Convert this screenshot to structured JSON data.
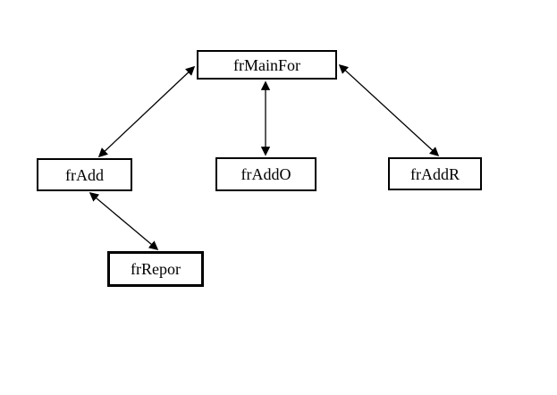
{
  "diagram": {
    "background_color": "#ffffff",
    "line_color": "#000000",
    "box_border_color": "#000000",
    "text_color": "#000000",
    "nodes": [
      {
        "id": "frMainFor",
        "label": "frMainFor"
      },
      {
        "id": "frAdd",
        "label": "frAdd"
      },
      {
        "id": "frAddO",
        "label": "frAddO"
      },
      {
        "id": "frAddR",
        "label": "frAddR"
      },
      {
        "id": "frRepor",
        "label": "frRepor"
      }
    ],
    "edges": [
      {
        "from": "frMainFor",
        "to": "frAdd",
        "style": "double-arrow"
      },
      {
        "from": "frMainFor",
        "to": "frAddO",
        "style": "double-arrow"
      },
      {
        "from": "frMainFor",
        "to": "frAddR",
        "style": "double-arrow"
      },
      {
        "from": "frAdd",
        "to": "frRepor",
        "style": "double-arrow"
      }
    ]
  }
}
